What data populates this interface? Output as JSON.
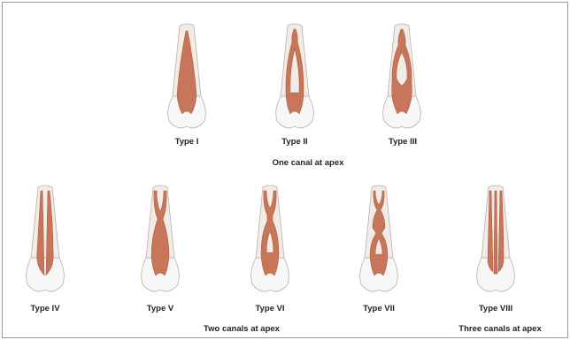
{
  "figure": {
    "types": [
      {
        "id": "type-i",
        "label": "Type I"
      },
      {
        "id": "type-ii",
        "label": "Type II"
      },
      {
        "id": "type-iii",
        "label": "Type III"
      },
      {
        "id": "type-iv",
        "label": "Type IV"
      },
      {
        "id": "type-v",
        "label": "Type V"
      },
      {
        "id": "type-vi",
        "label": "Type VI"
      },
      {
        "id": "type-vii",
        "label": "Type VII"
      },
      {
        "id": "type-viii",
        "label": "Type VIII"
      }
    ],
    "captions": {
      "one_canal": "One canal at apex",
      "two_canals": "Two canals at apex",
      "three_canals": "Three canals at apex"
    }
  },
  "colors": {
    "pulp": "#c8765a",
    "pulp_edge": "#a2543c",
    "root": "#f3ece6",
    "crown": "#f7f7f7",
    "outline": "#b8b0a8"
  }
}
